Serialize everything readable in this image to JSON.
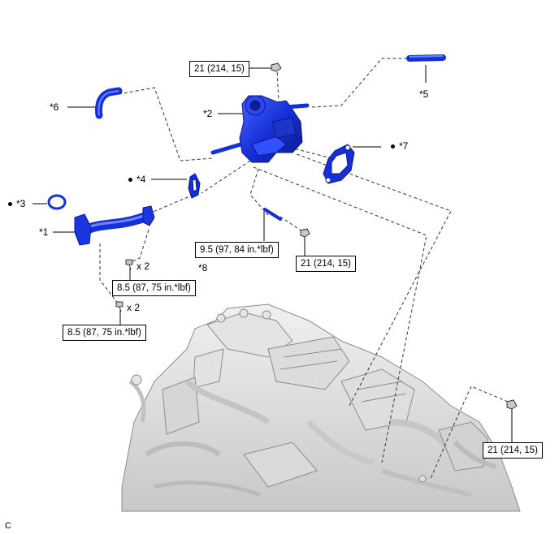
{
  "callouts": {
    "p1": "*1",
    "p2": "*2",
    "p3": "*3",
    "p4": "*4",
    "p5": "*5",
    "p6": "*6",
    "p7": "*7",
    "p8": "*8"
  },
  "torque_specs": {
    "t_top": "21 (214, 15)",
    "t_mid": "21 (214, 15)",
    "t_right": "21 (214, 15)",
    "t_bracket": "9.5 (97, 84 in.*lbf)",
    "t_bolt_a": "8.5 (87, 75 in.*lbf)",
    "t_bolt_b": "8.5 (87, 75 in.*lbf)"
  },
  "quantities": {
    "qa": "x 2",
    "qb": "x 2"
  },
  "figure_code": "C",
  "colors": {
    "part": "#1530d8",
    "part_dark": "#0a1a8a",
    "engine": "#d8d8d8",
    "engine_line": "#9a9a9a"
  }
}
